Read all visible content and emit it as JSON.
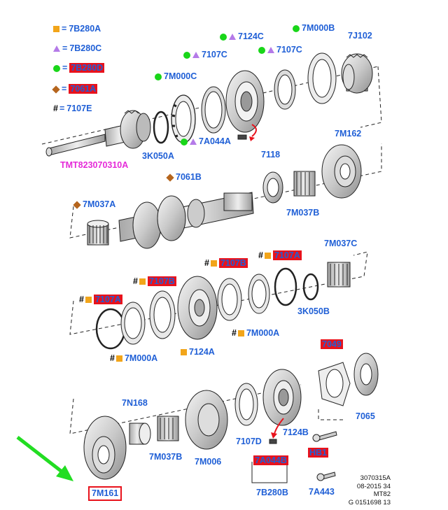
{
  "legend": [
    {
      "symbol": "square",
      "code": "7B280A",
      "highlighted": false
    },
    {
      "symbol": "triangle",
      "code": "7B280C",
      "highlighted": false
    },
    {
      "symbol": "circle",
      "code": "7B280D",
      "highlighted": true
    },
    {
      "symbol": "diamond",
      "code": "7061A",
      "highlighted": true
    },
    {
      "symbol": "hash",
      "code": "7107E",
      "highlighted": false
    }
  ],
  "labels": {
    "l_7124C": "7124C",
    "l_7M000B": "7M000B",
    "l_7J102": "7J102",
    "l_7107C_a": "7107C",
    "l_7107C_b": "7107C",
    "l_7M000C": "7M000C",
    "l_3K050A": "3K050A",
    "l_7A044A": "7A044A",
    "l_TMT": "TMT823070310A",
    "l_7M162": "7M162",
    "l_7118": "7118",
    "l_7061B": "7061B",
    "l_7M037A": "7M037A",
    "l_7M037B_a": "7M037B",
    "l_7M037C": "7M037C",
    "l_7107B_a": "7107B",
    "l_7107A_a": "7107A",
    "l_7107B_b": "7107B",
    "l_7107A_b": "7107A",
    "l_3K050B": "3K050B",
    "l_7M000A_a": "7M000A",
    "l_7124A": "7124A",
    "l_7M000A_b": "7M000A",
    "l_7049": "7049",
    "l_7N168": "7N168",
    "l_7065": "7065",
    "l_7107D": "7107D",
    "l_7124B": "7124B",
    "l_7M037B_b": "7M037B",
    "l_7M006": "7M006",
    "l_7A044B": "7A044B",
    "l_7B280B": "7B280B",
    "l_HB1": "HB1",
    "l_7A443": "7A443",
    "l_7M161": "7M161"
  },
  "reference": [
    "3070315A",
    "08-2015 34",
    "MT82",
    "G 0151698 13"
  ],
  "colors": {
    "label_blue": "#1f5fd6",
    "highlight_red": "#e8121c",
    "square_orange": "#f2a51a",
    "triangle_purple": "#b47ae8",
    "circle_green": "#19d619",
    "diamond_brown": "#b5651d",
    "part_number_pink": "#e52ad8",
    "arrow_green": "#22dd22"
  }
}
